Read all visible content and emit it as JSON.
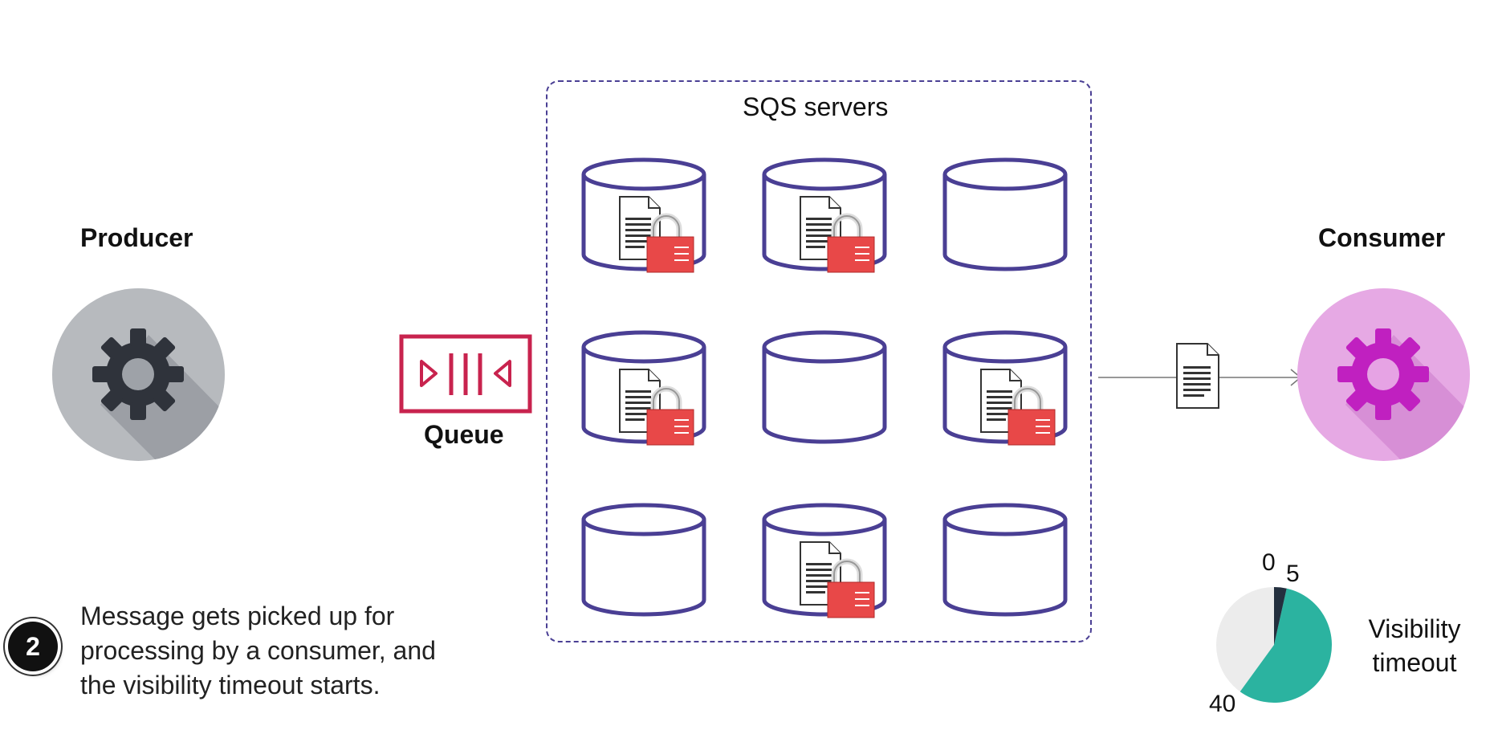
{
  "labels": {
    "producer": "Producer",
    "consumer": "Consumer",
    "queue": "Queue",
    "servers": "SQS servers"
  },
  "servers": {
    "grid_rows": 3,
    "grid_cols": 3,
    "cells": [
      {
        "row": 0,
        "col": 0,
        "has_locked_message": true
      },
      {
        "row": 0,
        "col": 1,
        "has_locked_message": true
      },
      {
        "row": 0,
        "col": 2,
        "has_locked_message": false
      },
      {
        "row": 1,
        "col": 0,
        "has_locked_message": true
      },
      {
        "row": 1,
        "col": 1,
        "has_locked_message": false
      },
      {
        "row": 1,
        "col": 2,
        "has_locked_message": true
      },
      {
        "row": 2,
        "col": 0,
        "has_locked_message": false
      },
      {
        "row": 2,
        "col": 1,
        "has_locked_message": true
      },
      {
        "row": 2,
        "col": 2,
        "has_locked_message": false
      }
    ]
  },
  "step": {
    "number": "2",
    "line1": "Message gets picked up for",
    "line2": "processing by a consumer, and",
    "line3": "the  visibility timeout starts."
  },
  "visibility": {
    "label_line1": "Visibility",
    "label_line2": "timeout",
    "marks": [
      "0",
      "5",
      "40"
    ],
    "elapsed": 5,
    "total": 40
  },
  "colors": {
    "producer_circle": "#b7babe",
    "producer_gear": "#2f333b",
    "consumer_circle": "#e6a9e4",
    "consumer_gear": "#c020c0",
    "queue": "#c8234e",
    "servers_border": "#4a3f94",
    "lock": "#e84848",
    "pie_teal": "#2bb3a0",
    "pie_grey": "#ececec",
    "pie_dark": "#232f3e"
  },
  "icons": [
    "gear-icon",
    "queue-icon",
    "database-icon",
    "document-icon",
    "lock-icon",
    "arrow-icon"
  ]
}
